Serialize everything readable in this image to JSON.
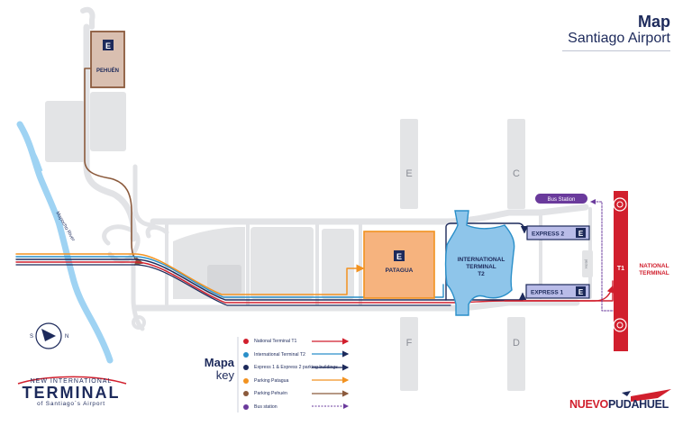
{
  "title": {
    "main": "Map",
    "sub": "Santiago Airport"
  },
  "labels": {
    "pehuen": "PEHUÉN",
    "patagua": "PATAGUA",
    "intl": [
      "INTERNATIONAL",
      "TERMINAL",
      "T2"
    ],
    "express2": "EXPRESS 2",
    "express1": "EXPRESS 1",
    "bus_station": "Bus Station",
    "t1_code": "T1",
    "national": [
      "NATIONAL",
      "TERMINAL"
    ],
    "hotel": "Hotel",
    "river": "Mapocho River",
    "zone_e": "E",
    "zone_c": "C",
    "zone_f": "F",
    "zone_d": "D",
    "compass_s": "S",
    "compass_n": "N",
    "parking_badge": "E"
  },
  "key": {
    "title": "Mapa",
    "subtitle": "key",
    "items": [
      {
        "label": "National Terminal T1",
        "color": "#d11f2d",
        "line": "arrow"
      },
      {
        "label": "International Terminal T2",
        "color": "#2a8fc9",
        "line": "arrow"
      },
      {
        "label": "Express 1 & Express 2 parking buildings",
        "color": "#1d2a5b",
        "line": "arrow"
      },
      {
        "label": "Parking Patagua",
        "color": "#f29220",
        "line": "arrow"
      },
      {
        "label": "Parking Pehuén",
        "color": "#8b5a3c",
        "line": "arrow"
      },
      {
        "label": "Bus station",
        "color": "#6a3a9c",
        "line": "dotted"
      }
    ]
  },
  "logos": {
    "left_top": "NEW INTERNATIONAL",
    "left_main": "TERMINAL",
    "left_bottom": "of Santiago´s Airport",
    "right_a": "NUEVO",
    "right_b": "PUDAHUEL"
  },
  "colors": {
    "t1": "#d11f2d",
    "t2": "#2a8fc9",
    "express": "#1d2a5b",
    "patagua": "#f29220",
    "pehuen": "#8b5a3c",
    "bus": "#6a3a9c",
    "river": "#9fd3f3",
    "road": "#e6e7e9",
    "building": "#e3e4e6"
  }
}
